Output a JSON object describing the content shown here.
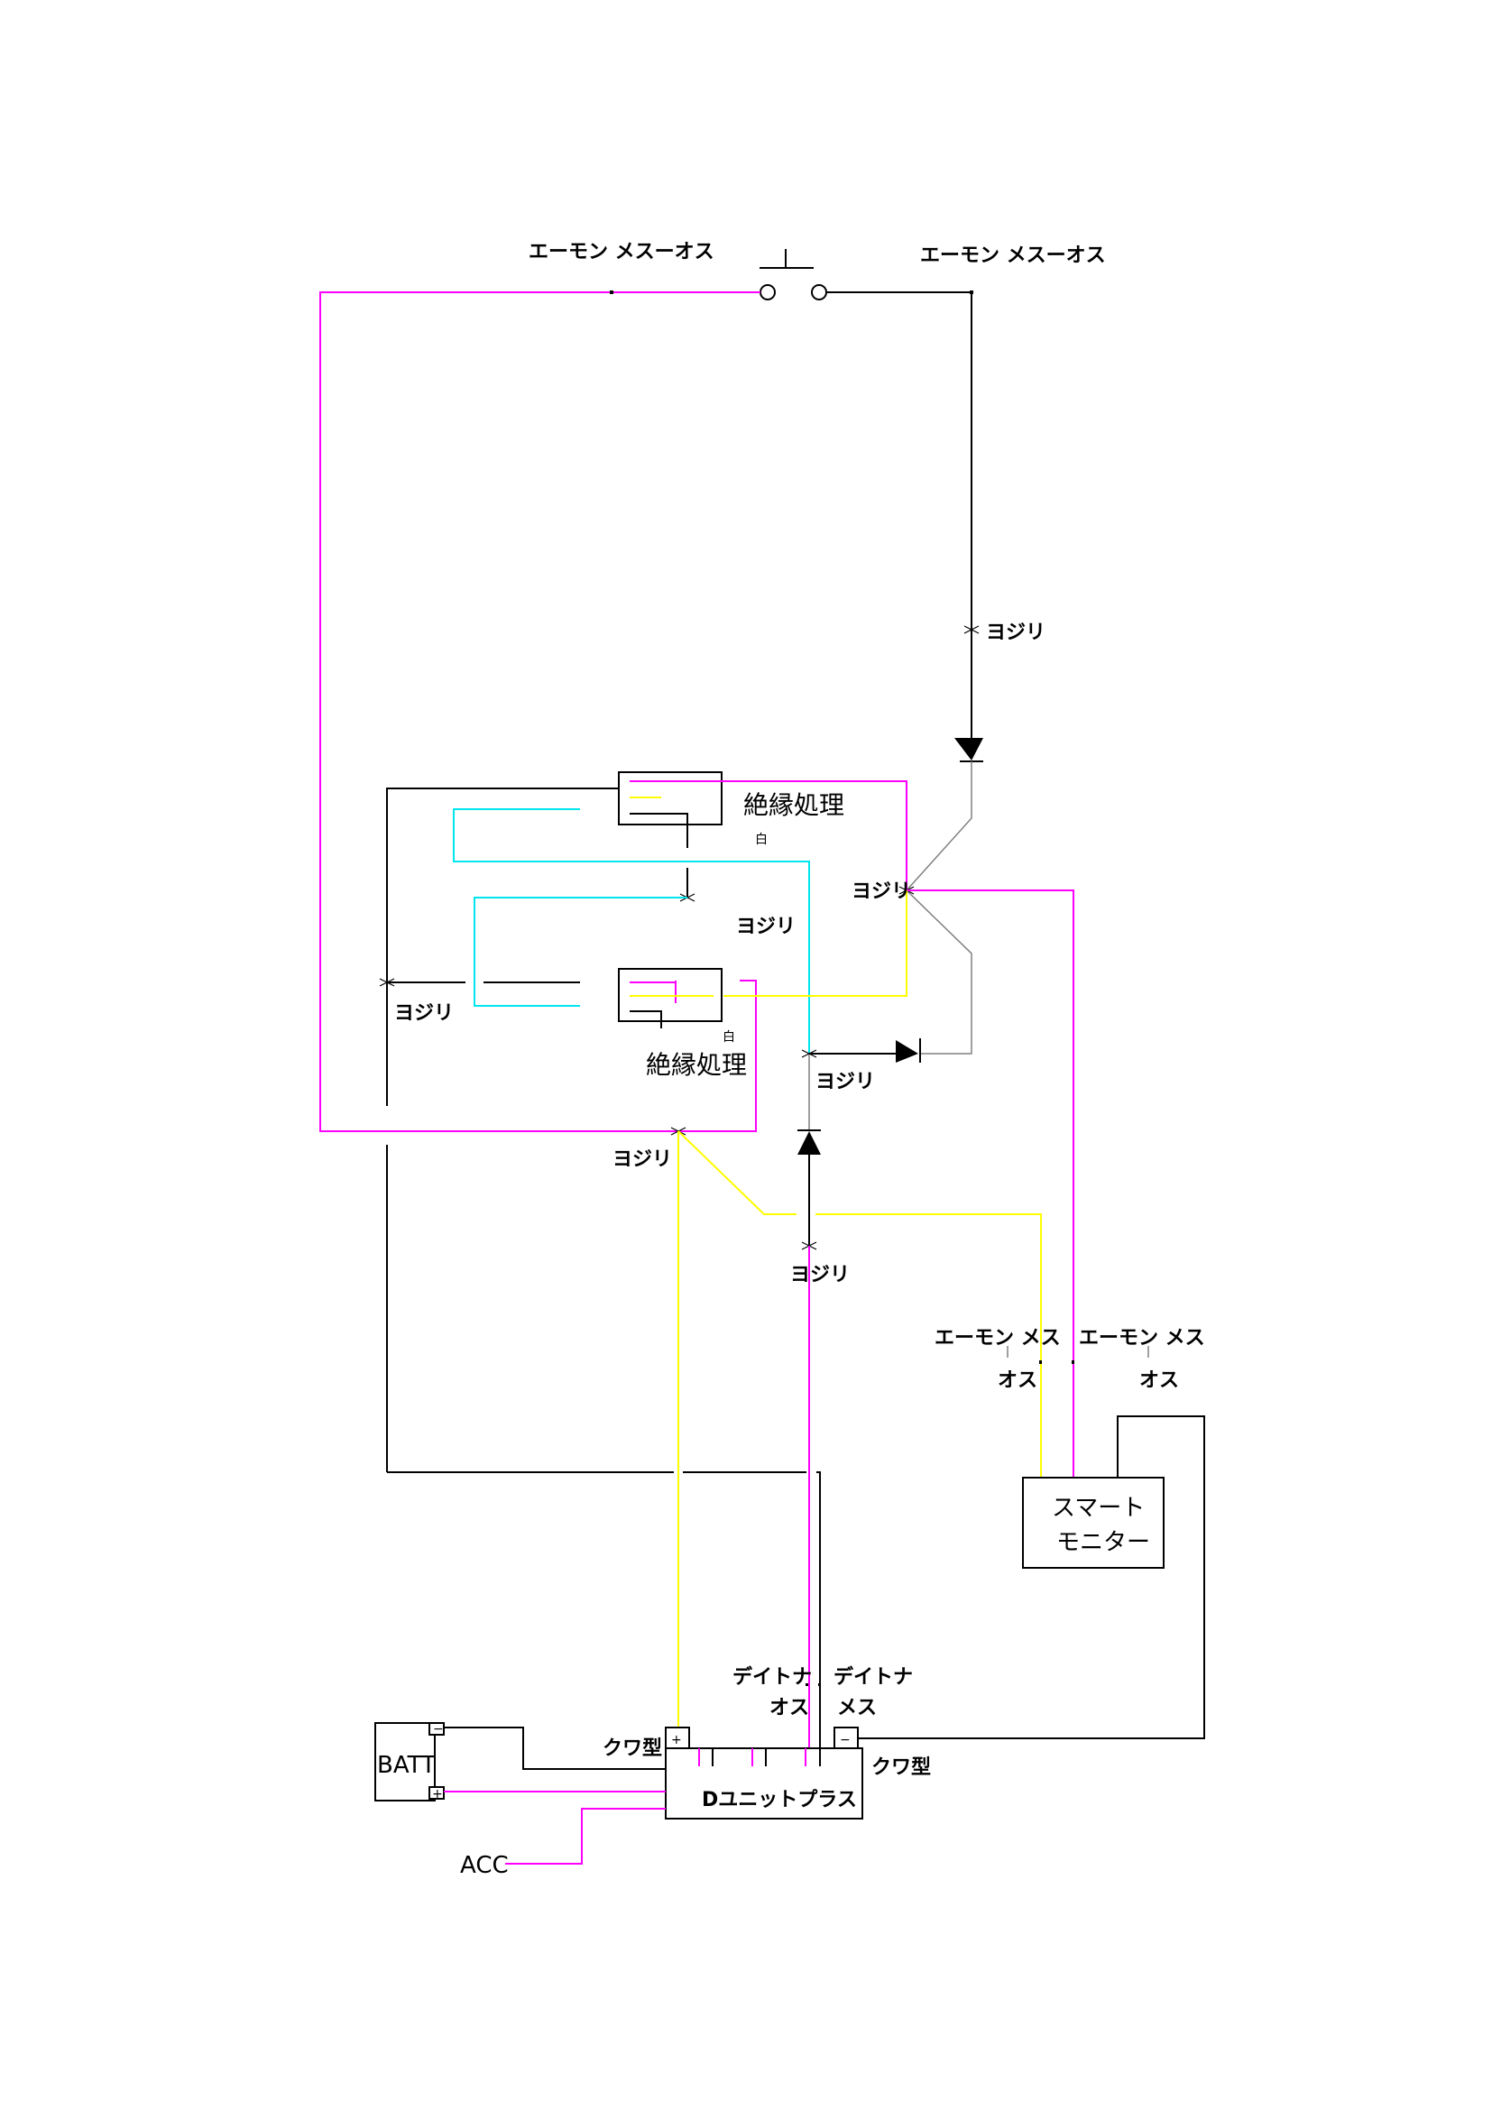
{
  "diagram": {
    "title": "Wiring diagram",
    "colors": {
      "black": "#000000",
      "magenta": "#ff00ff",
      "yellow": "#ffff00",
      "cyan": "#00e5ee",
      "gray": "#808080"
    },
    "labels": {
      "connector_top_left": "エーモン メスーオス",
      "connector_top_right": "エーモン メスーオス",
      "splice": "ヨジリ",
      "insulation_1": "絶縁処理",
      "insulation_2": "絶縁処理",
      "white_1": "白",
      "white_2": "白",
      "connector_mid_1_top": "エーモン メス",
      "connector_mid_1_bottom": "オス",
      "connector_mid_2_top": "エーモン メス",
      "connector_mid_2_bottom": "オス",
      "smart_monitor_line1": "スマート",
      "smart_monitor_line2": "モニター",
      "daytona_male_top": "デイトナ",
      "daytona_male_bottom": "オス",
      "daytona_female_top": "デイトナ",
      "daytona_female_bottom": "メス",
      "kuwa_left": "クワ型",
      "kuwa_right": "クワ型",
      "plus_terminal": "+",
      "minus_terminal": "−",
      "batt": "BATT",
      "batt_minus": "−",
      "batt_plus": "+",
      "d_unit": "Dユニットプラス",
      "acc": "ACC"
    },
    "components": [
      "push-switch",
      "relay-1",
      "relay-2",
      "diode-1",
      "diode-2",
      "diode-3",
      "smart-monitor",
      "d-unit-plus",
      "battery"
    ]
  }
}
